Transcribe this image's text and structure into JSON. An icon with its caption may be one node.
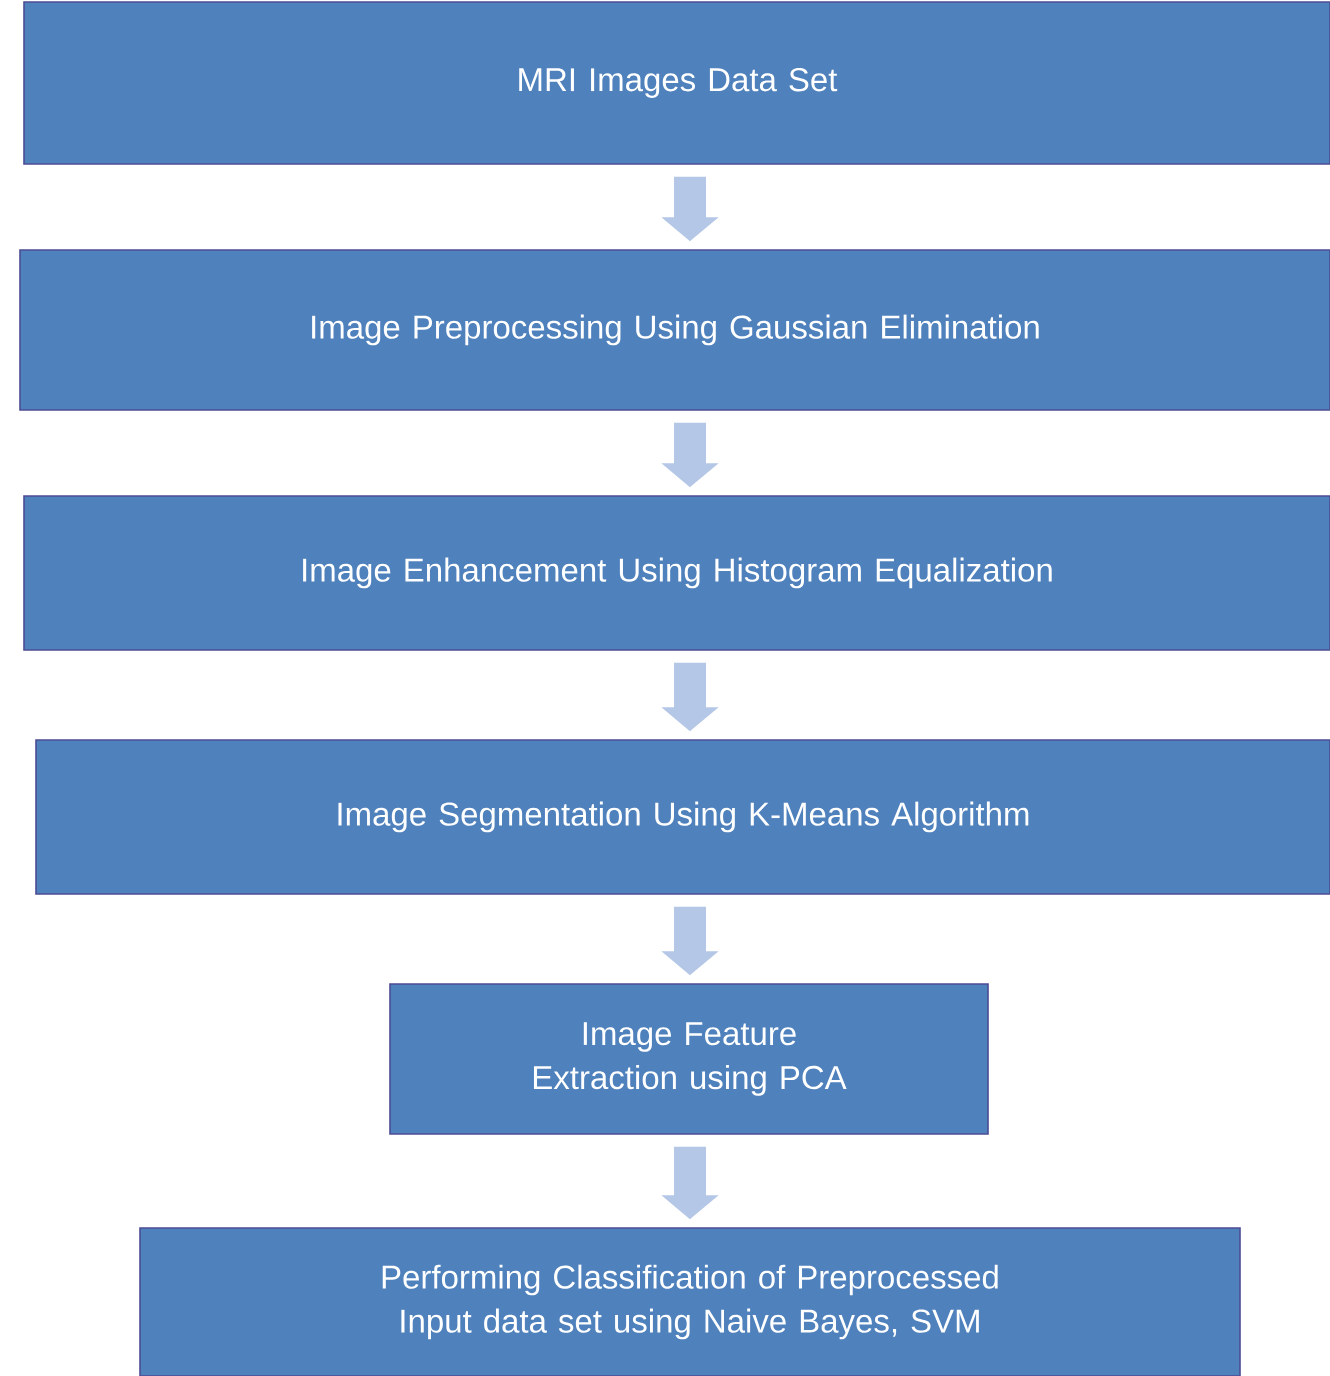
{
  "diagram": {
    "nodes": [
      {
        "text": [
          "MRI Images Data Set"
        ]
      },
      {
        "text": [
          "Image Preprocessing Using Gaussian Elimination"
        ]
      },
      {
        "text": [
          "Image Enhancement Using Histogram Equalization"
        ]
      },
      {
        "text": [
          "Image Segmentation Using K-Means Algorithm"
        ]
      },
      {
        "text": [
          "Image Feature Extraction using PCA"
        ]
      },
      {
        "text": [
          "Performing Classification of Preprocessed Input data set using Naive Bayes, SVM"
        ]
      }
    ],
    "edges": [
      {
        "from": 0,
        "to": 1,
        "arrow": "to"
      },
      {
        "from": 1,
        "to": 2,
        "arrow": "to"
      },
      {
        "from": 2,
        "to": 3,
        "arrow": "to"
      },
      {
        "from": 3,
        "to": 4,
        "arrow": "to"
      },
      {
        "from": 4,
        "to": 5,
        "arrow": "to"
      }
    ]
  }
}
